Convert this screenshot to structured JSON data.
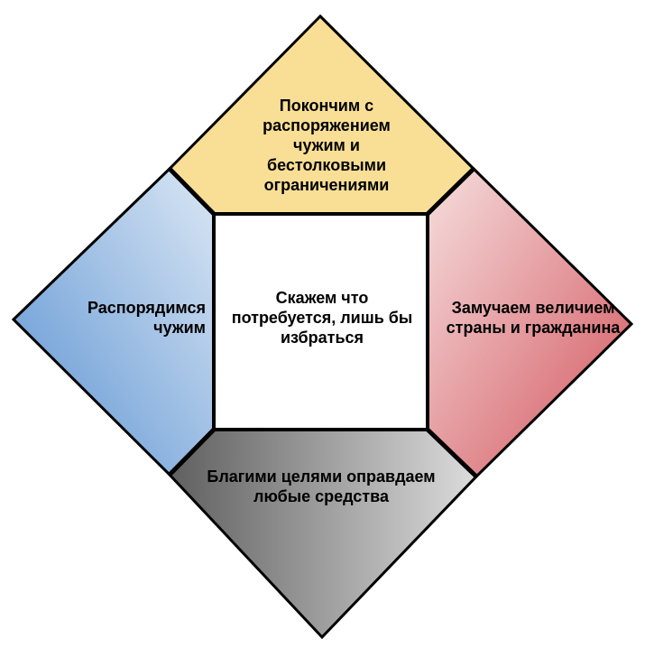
{
  "diagram": {
    "top": {
      "text": "Покончим с\nраспоряжением\nчужим и\nбестолковыми\nограничениями",
      "color": "#f9df95"
    },
    "left": {
      "text": "Распорядимся\nчужим",
      "gradient": [
        "#5a92d2",
        "#dbe7f4"
      ]
    },
    "center": {
      "text": "Скажем что\nпотребуется, лишь бы\nизбраться",
      "color": "#ffffff"
    },
    "right": {
      "text": "Замучаем величием\nстраны и гражданина",
      "gradient": [
        "#f6dede",
        "#d2545c"
      ]
    },
    "bottom": {
      "text": "Благими целями оправдаем\nлюбые средства",
      "gradient": [
        "#5f5f5f",
        "#dcdcdc"
      ]
    },
    "outline_color": "#000000"
  }
}
